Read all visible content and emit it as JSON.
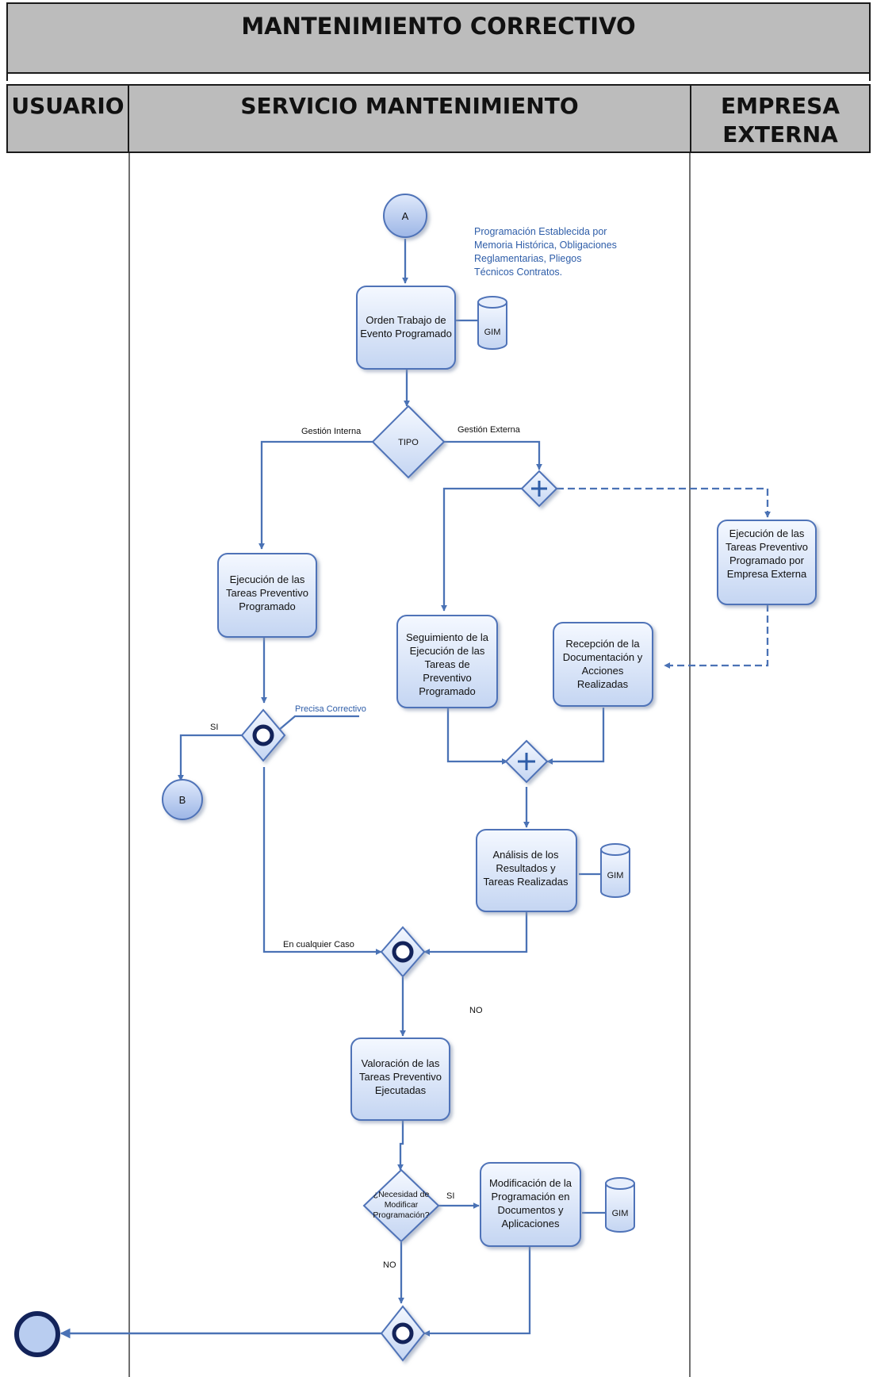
{
  "title": "MANTENIMIENTO CORRECTIVO",
  "lanes": {
    "usuario": "USUARIO",
    "servicio": "SERVICIO MANTENIMIENTO",
    "empresa_l1": "EMPRESA",
    "empresa_l2": "EXTERNA"
  },
  "note": [
    "Programación Establecida por",
    "Memoria Histórica, Obligaciones",
    "Reglamentarias, Pliegos",
    "Técnicos Contratos."
  ],
  "connectors": {
    "start": "A",
    "offpage": "B"
  },
  "database": "GIM",
  "tasks": {
    "orden": [
      "Orden Trabajo de",
      "Evento Programado"
    ],
    "ejec_interna": [
      "Ejecución de las",
      "Tareas Preventivo",
      "Programado"
    ],
    "ejec_externa": [
      "Ejecución de las",
      "Tareas Preventivo",
      "Programado  por",
      "Empresa Externa"
    ],
    "seguimiento": [
      "Seguimiento de la",
      "Ejecución de las",
      "Tareas de",
      "Preventivo",
      "Programado"
    ],
    "recepcion": [
      "Recepción de la",
      "Documentación y",
      "Acciones",
      "Realizadas"
    ],
    "analisis": [
      "Análisis de los",
      "Resultados y",
      "Tareas Realizadas"
    ],
    "valoracion": [
      "Valoración de las",
      "Tareas Preventivo",
      "Ejecutadas"
    ],
    "modificacion": [
      "Modificación de la",
      "Programación en",
      "Documentos y",
      "Aplicaciones"
    ]
  },
  "decisions": {
    "tipo": "TIPO",
    "necesidad": [
      "¿Necesidad de",
      "Modificar",
      "Programación?"
    ]
  },
  "flow_labels": {
    "gestion_interna": "Gestión Interna",
    "gestion_externa": "Gestión Externa",
    "precisa": "Precisa Correctivo",
    "si": "SI",
    "cualquier": "En cualquier Caso",
    "no": "NO"
  },
  "colors": {
    "box_fill": "#cfdcf5",
    "box_stroke": "#4f73b8",
    "line": "#4a72b5",
    "dark_ring": "#13235a",
    "note_text": "#2e5da8",
    "header_bg": "#bcbcbc"
  }
}
